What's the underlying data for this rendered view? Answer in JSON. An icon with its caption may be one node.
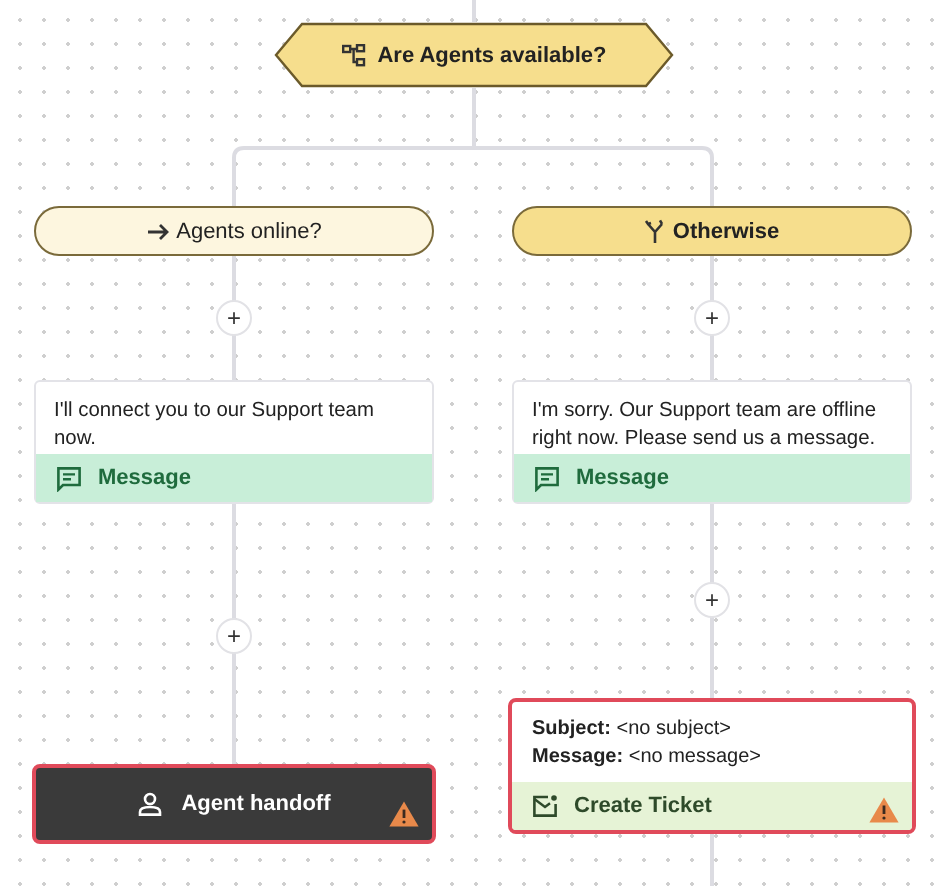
{
  "diagram": {
    "nodes": [
      {
        "text": [
          "Are Agents available?"
        ]
      },
      {
        "text": [
          "Agents online?"
        ]
      },
      {
        "text": [
          "Otherwise"
        ]
      },
      {
        "text": [
          "I'll connect you to our Support team now.",
          "Message"
        ]
      },
      {
        "text": [
          "I'm sorry. Our Support team are offline right now. Please send us a message.",
          "Message"
        ]
      },
      {
        "text": [
          "Agent handoff"
        ]
      },
      {
        "text": [
          "**Subject:** <no subject>",
          "**Message:** <no message>",
          "Create Ticket"
        ]
      }
    ],
    "edges": [
      {
        "from": null,
        "to": 0,
        "arrow": "none"
      },
      {
        "from": 0,
        "to": 1,
        "arrow": "none"
      },
      {
        "from": 0,
        "to": 2,
        "arrow": "none"
      },
      {
        "from": 1,
        "to": 3,
        "arrow": "none"
      },
      {
        "from": 2,
        "to": 4,
        "arrow": "none"
      },
      {
        "from": 3,
        "to": 5,
        "arrow": "none"
      },
      {
        "from": 4,
        "to": 6,
        "arrow": "none"
      },
      {
        "from": 6,
        "to": null,
        "arrow": "none"
      }
    ],
    "labels": [
      "+",
      "+",
      "+",
      "+"
    ]
  }
}
